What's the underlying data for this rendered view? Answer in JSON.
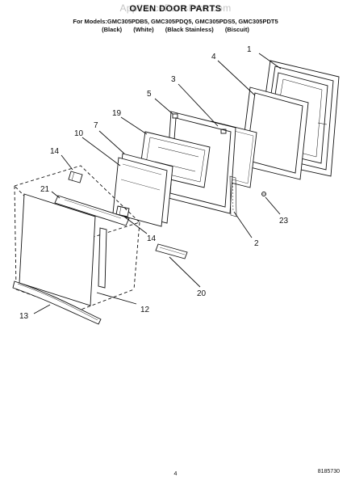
{
  "header": {
    "watermark": "AppliancePartsPros.com",
    "title": "OVEN DOOR PARTS",
    "models_line": "For Models:GMC305PDB5, GMC305PDQ5, GMC305PDS5, GMC305PDT5",
    "colors": [
      "(Black)",
      "(White)",
      "(Black Stainless)",
      "(Biscuit)"
    ]
  },
  "callouts": [
    "1",
    "2",
    "3",
    "4",
    "5",
    "7",
    "10",
    "12",
    "13",
    "14",
    "14",
    "19",
    "20",
    "21",
    "23"
  ],
  "footer": {
    "page": "4",
    "code": "8185730"
  }
}
